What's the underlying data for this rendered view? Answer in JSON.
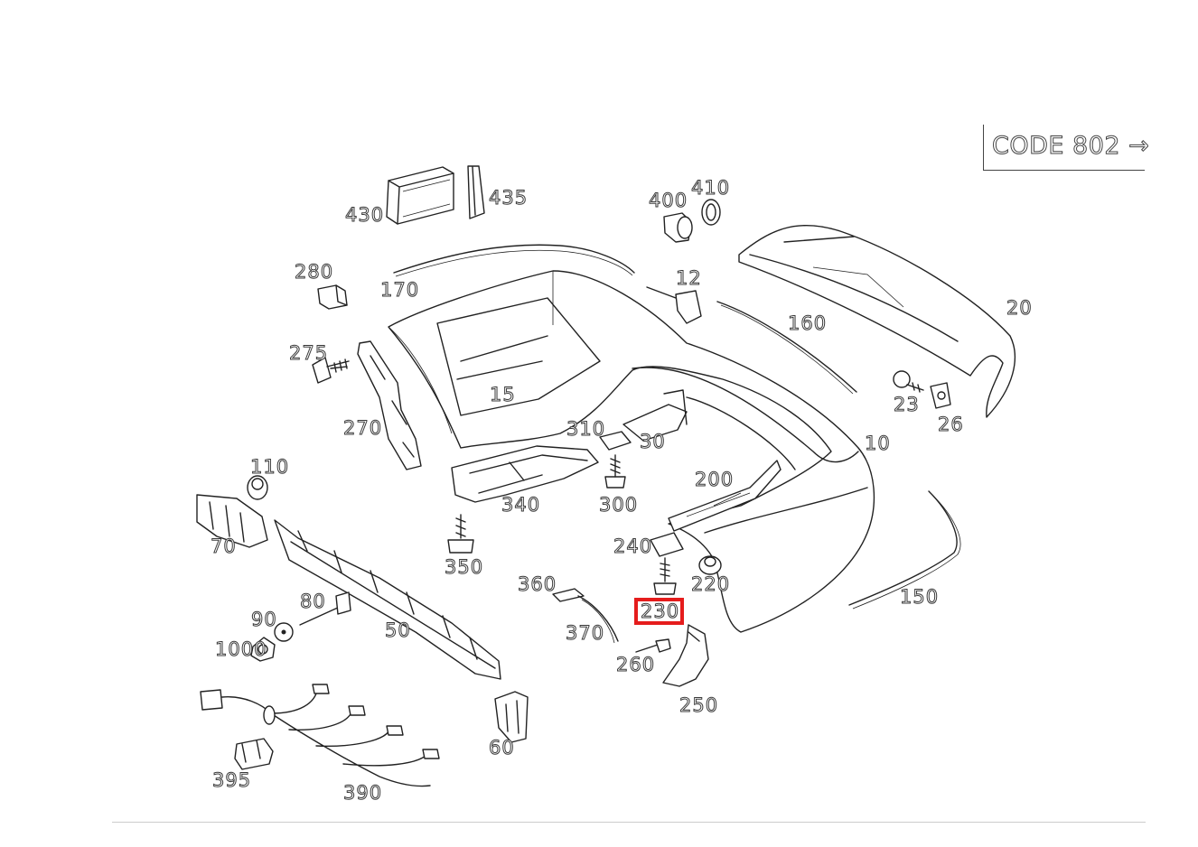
{
  "code_ref": {
    "text": "CODE 802"
  },
  "labels": {
    "p430": "430",
    "p435": "435",
    "p400": "400",
    "p410": "410",
    "p280": "280",
    "p170": "170",
    "p12": "12",
    "p160": "160",
    "p20": "20",
    "p275": "275",
    "p15": "15",
    "p270": "270",
    "p310": "310",
    "p30": "30",
    "p10": "10",
    "p23": "23",
    "p26": "26",
    "p110": "110",
    "p340": "340",
    "p300": "300",
    "p200": "200",
    "p70": "70",
    "p350": "350",
    "p240": "240",
    "p220": "220",
    "p150": "150",
    "p360": "360",
    "p80": "80",
    "p90": "90",
    "p50": "50",
    "p230": "230",
    "p1000": "1000",
    "p370": "370",
    "p260": "260",
    "p250": "250",
    "p60": "60",
    "p395": "395",
    "p390": "390"
  },
  "highlight": {
    "part": "230",
    "color": "#e51c1c"
  }
}
